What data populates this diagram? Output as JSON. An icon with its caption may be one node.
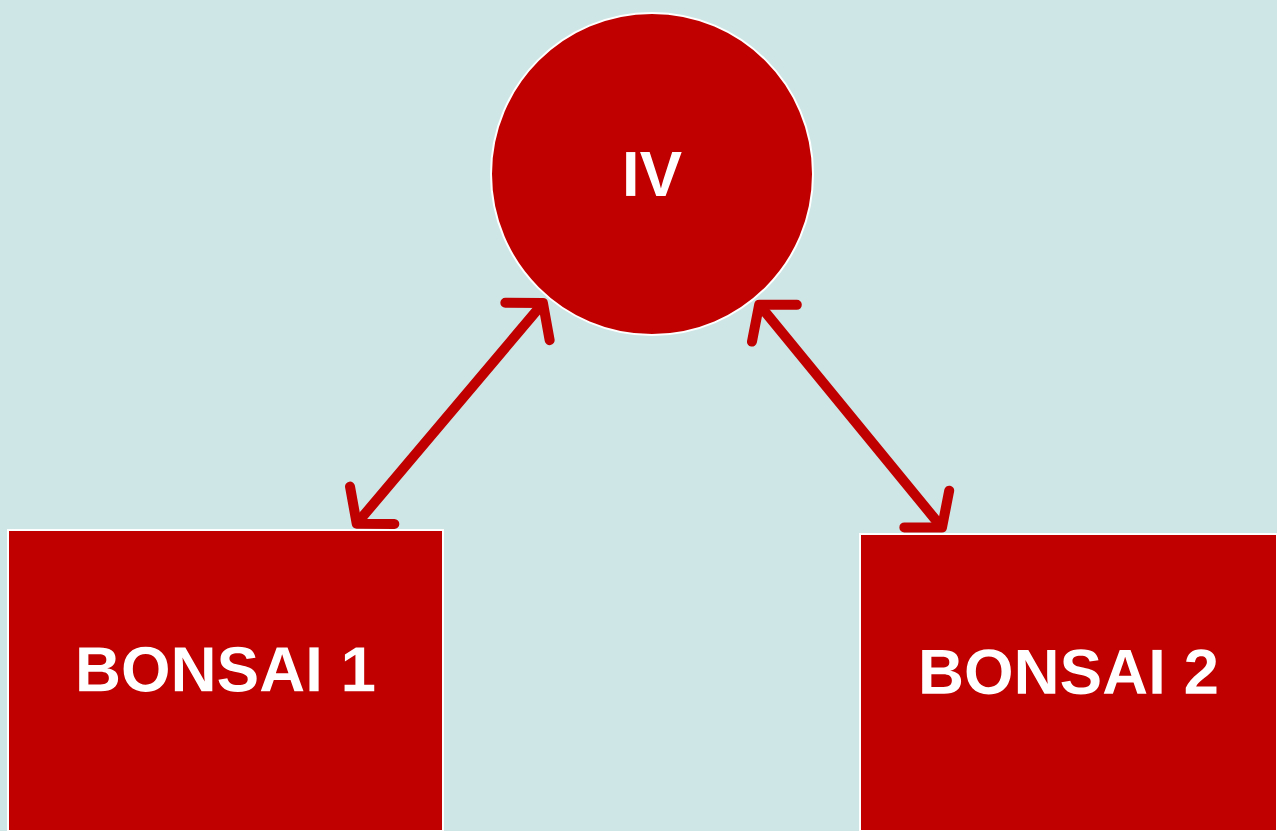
{
  "diagram": {
    "nodes": [
      {
        "text": [
          "IV"
        ]
      },
      {
        "text": [
          "BONSAI 1"
        ]
      },
      {
        "text": [
          "BONSAI 2"
        ]
      }
    ],
    "edges": [
      {
        "from": 0,
        "to": 1,
        "arrow": "both"
      },
      {
        "from": 0,
        "to": 2,
        "arrow": "both"
      }
    ]
  }
}
